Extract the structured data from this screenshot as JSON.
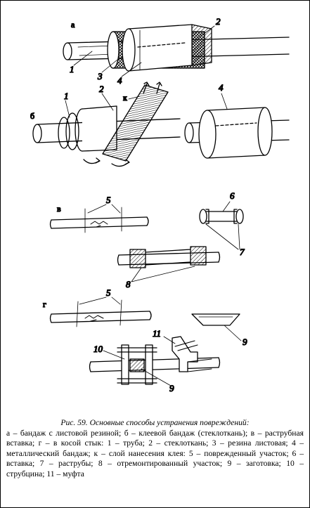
{
  "labels": {
    "a": "а",
    "b": "б",
    "v": "в",
    "g": "г",
    "k": "к",
    "n1": "1",
    "n2": "2",
    "n3": "3",
    "n4": "4",
    "n5": "5",
    "n6": "6",
    "n7": "7",
    "n8": "8",
    "n9": "9",
    "n10": "10",
    "n11": "11"
  },
  "caption": {
    "title": "Рис. 59. Основные способы устранения повреждений:",
    "body": "а – бандаж с листовой резиной; б – клеевой бандаж (стеклоткань); в – раструбная вставка; г – в косой стык: 1 – труба; 2 – стеклоткань; 3 – резина листовая; 4 – металлический бандаж; к – слой нанесения клея: 5 – поврежденный участок; 6 – вставка; 7 – раструбы; 8 – отремонтированный участок; 9 – заготовка; 10 – струбцина; 11 – муфта"
  }
}
